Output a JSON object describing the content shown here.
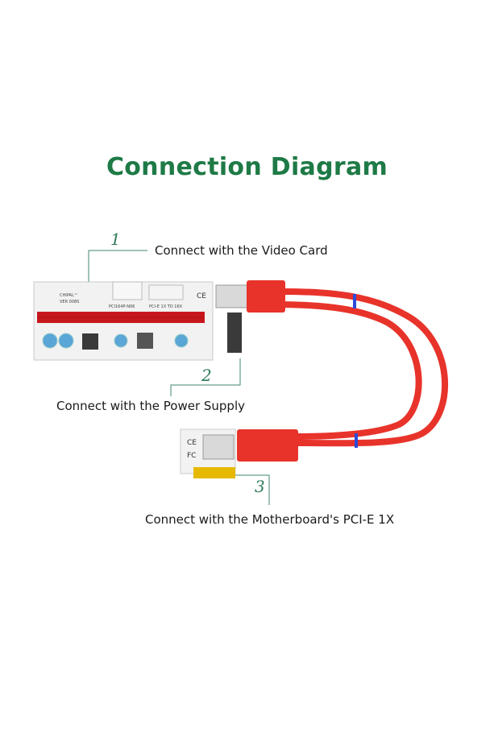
{
  "title": "Connection Diagram",
  "callouts": [
    {
      "number": "1",
      "label": "Connect with the Video Card"
    },
    {
      "number": "2",
      "label": "Connect with the Power Supply"
    },
    {
      "number": "3",
      "label": "Connect with the Motherboard's PCI-E 1X"
    }
  ],
  "board_text": {
    "brand": "CHIPAL™",
    "model": "VER 008S",
    "socket": "PCI164P-N06",
    "pcie": "PCI-E 1X TO 16X",
    "ce": "CE",
    "fc": "FC"
  },
  "colors": {
    "title": "#1e7a46",
    "callout_number": "#2f7a5a",
    "leader_line": "#3c8a6a",
    "cable": "#e8332b",
    "slot": "#c7161e"
  }
}
